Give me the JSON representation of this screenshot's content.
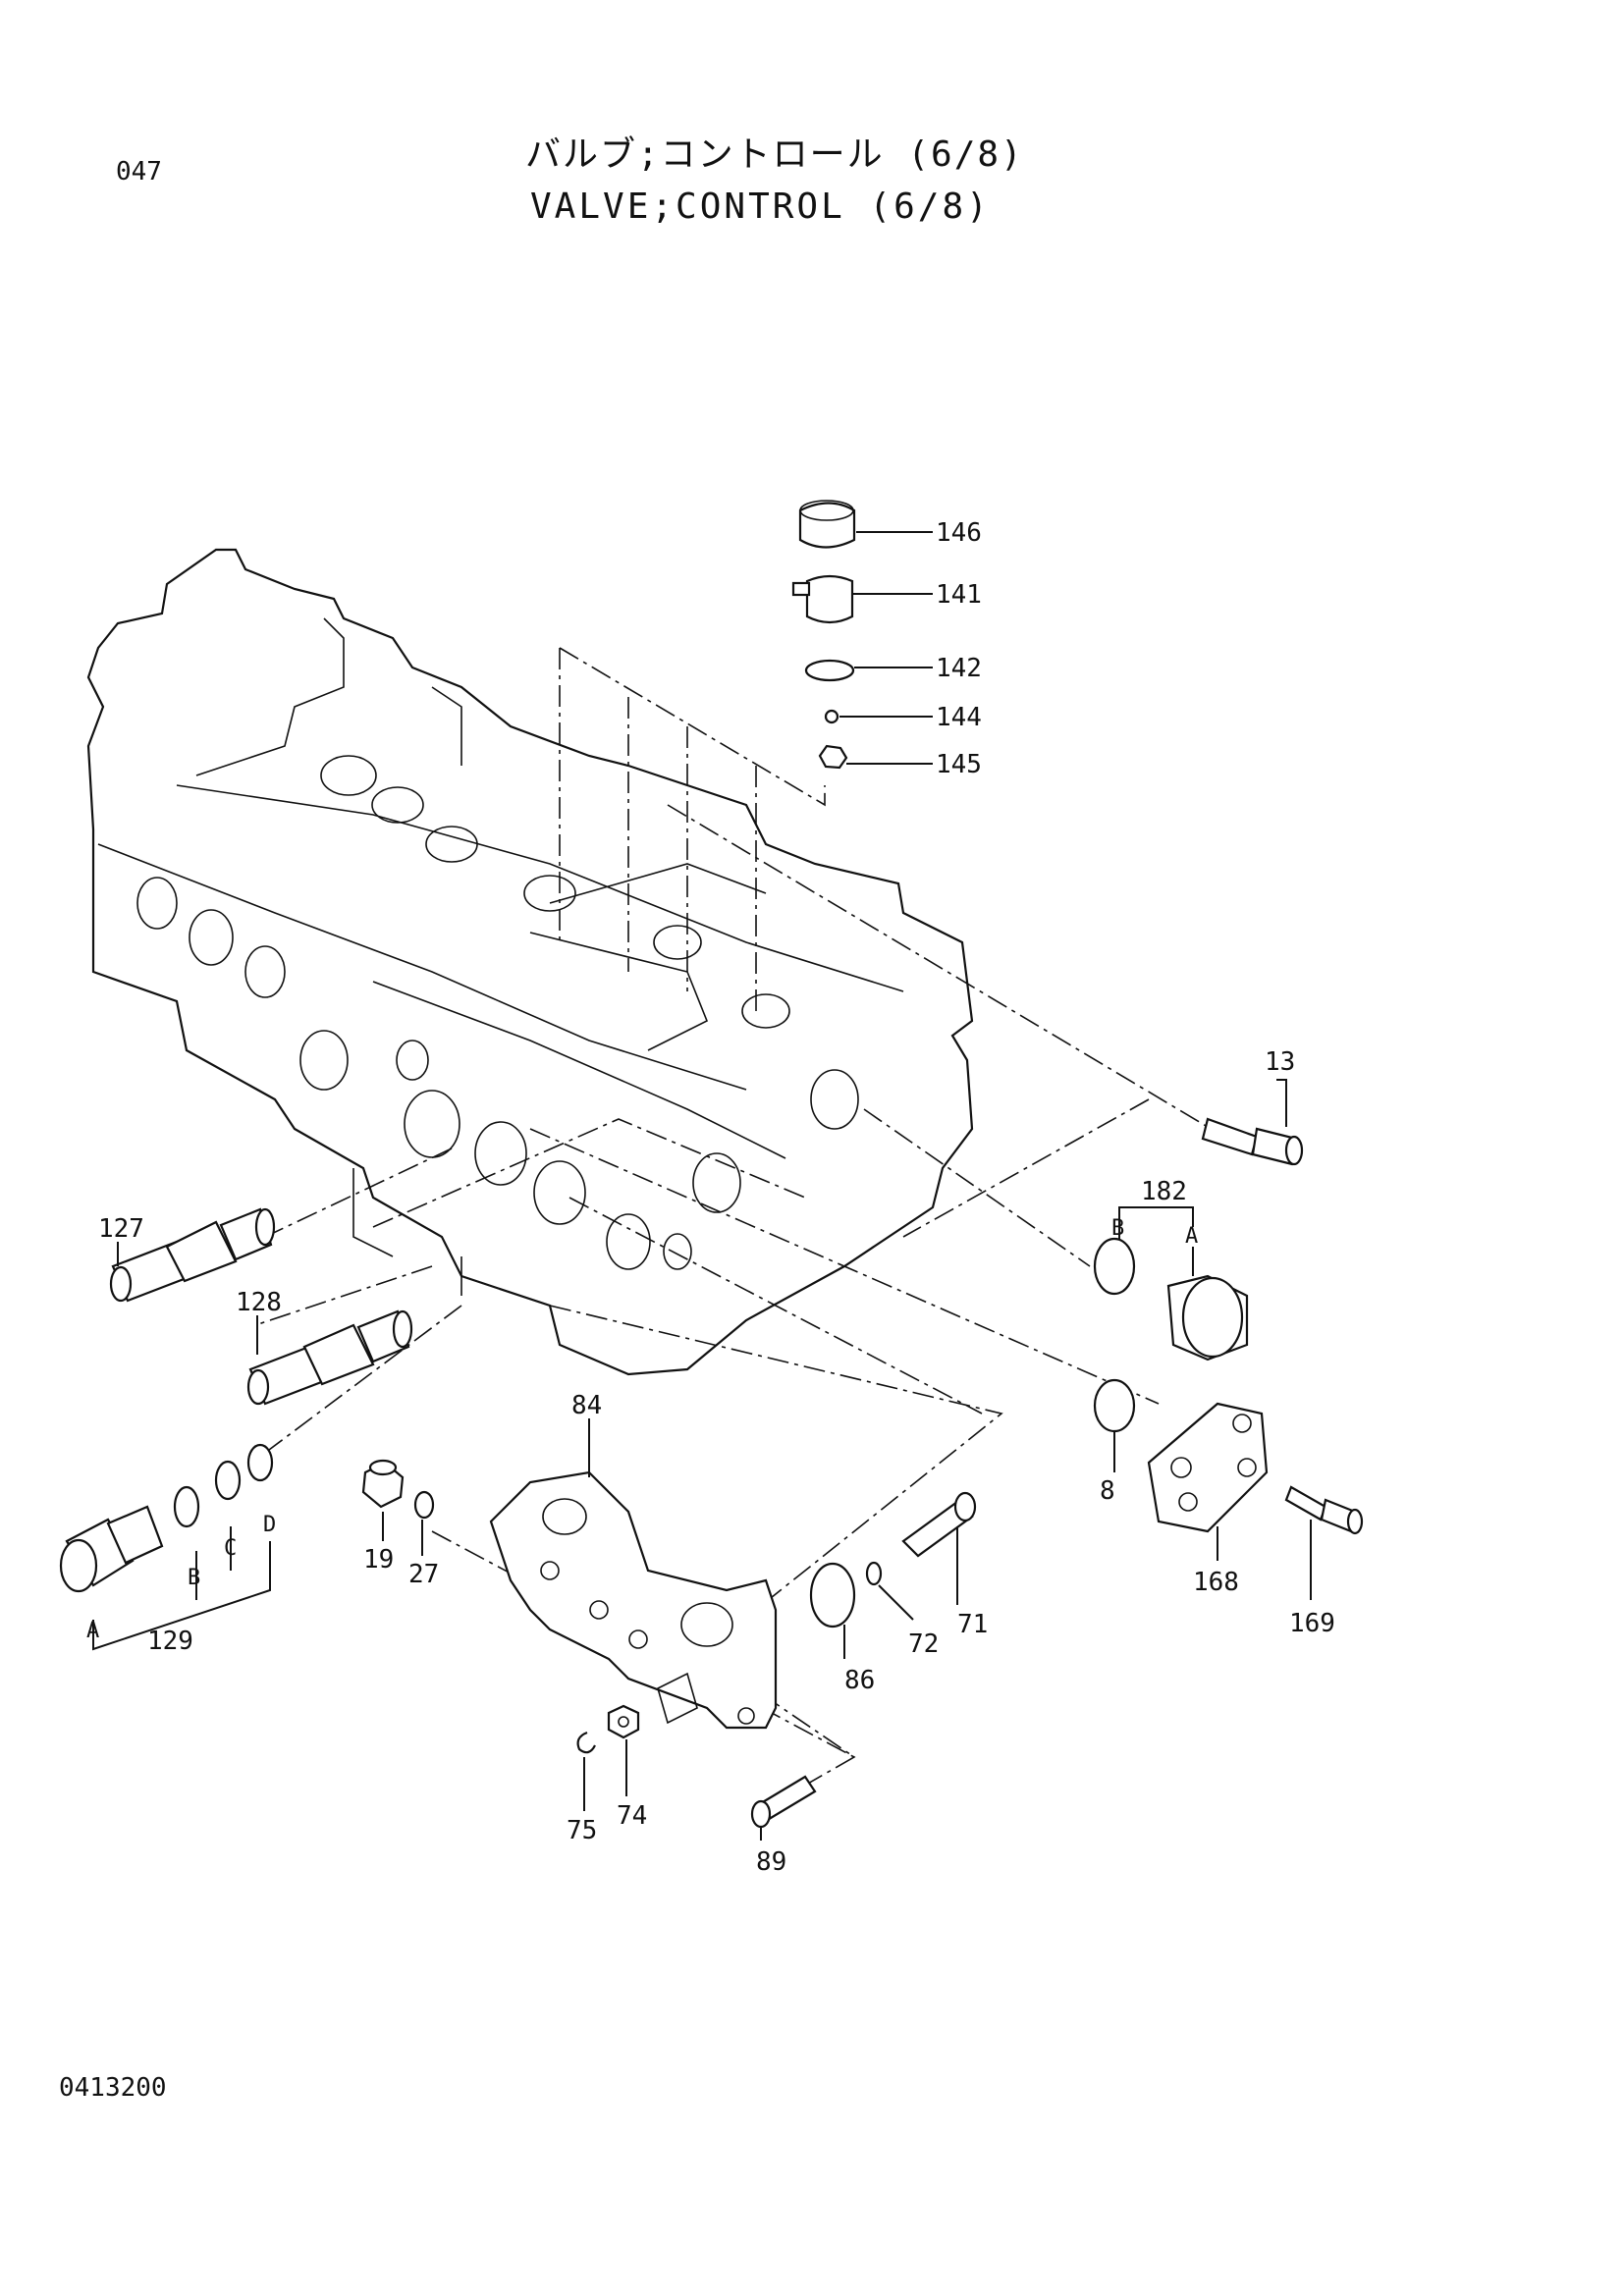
{
  "header": {
    "page_number": "047",
    "title_jp": "バルブ;コントロール (6/8)",
    "title_en": "VALVE;CONTROL (6/8)"
  },
  "footer": {
    "drawing_number": "0413200"
  },
  "callouts": {
    "p146": "146",
    "p141": "141",
    "p142": "142",
    "p144": "144",
    "p145": "145",
    "p13": "13",
    "p182": "182",
    "p127": "127",
    "p128": "128",
    "p84": "84",
    "p8": "8",
    "p168": "168",
    "p169": "169",
    "p19": "19",
    "p27": "27",
    "p129": "129",
    "p86": "86",
    "p72": "72",
    "p71": "71",
    "p75": "75",
    "p74": "74",
    "p89": "89"
  },
  "sub_labels": {
    "a": "A",
    "b": "B",
    "c": "C",
    "d": "D"
  }
}
